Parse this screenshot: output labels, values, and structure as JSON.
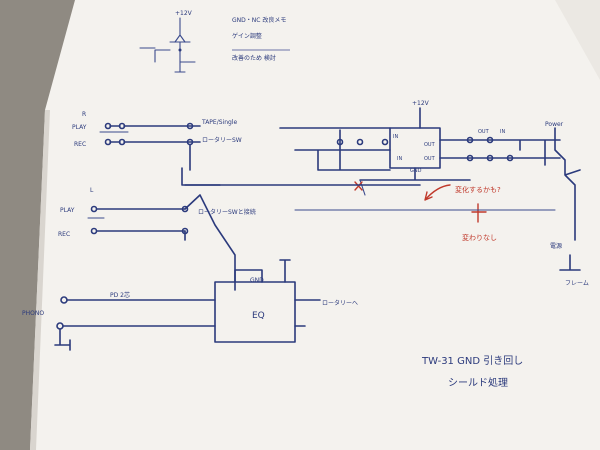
{
  "labels": {
    "supply_top": "+12V",
    "supply_mid": "+12V",
    "play_top": "PLAY",
    "rec_top": "REC",
    "r_ch": "R",
    "l_ch": "L",
    "tape_single": "TAPE/Single",
    "rotary_sw_top": "ロータリーSW",
    "rotary_sw_mid": "ロータリーSWと接続",
    "play_mid": "PLAY",
    "rec_mid": "REC",
    "phono": "PHONO",
    "pd_2con": "PD 2芯",
    "eq": "EQ",
    "gnd_eq": "GND",
    "to_rotary": "ロータリーへ",
    "ic_mid": "IN",
    "ic_in": "IN",
    "ic_out": "OUT",
    "ic_out2": "OUT",
    "ic_gnd": "GND",
    "power": "Power",
    "out_lbl": "OUT",
    "in_lbl": "IN",
    "frame": "フレーム",
    "ac": "電源",
    "red_note1": "変化するかも?",
    "red_note2": "変わりなし",
    "note_line1": "TW-31  GND 引き回し",
    "note_line2": "シールド処理",
    "top_note_1": "GND・NC 改良メモ",
    "top_note_2": "ゲイン調整",
    "top_note_3": "改善のため  検討"
  },
  "colors": {
    "ink": "#2b3a7c",
    "red_ink": "#c0392b",
    "paper": "#f4f2ee",
    "background": "#8f8a82"
  }
}
